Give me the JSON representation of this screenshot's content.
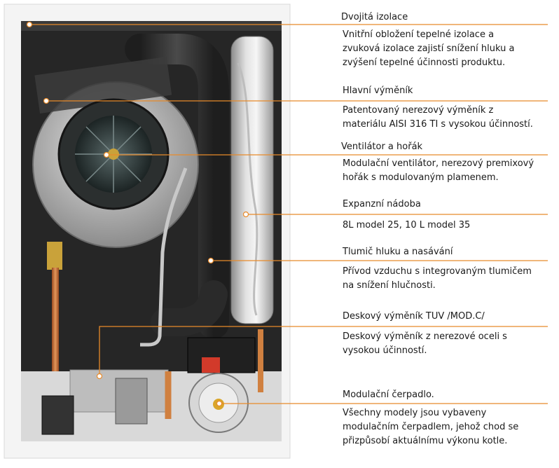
{
  "colors": {
    "leader": "#e88a2a",
    "text": "#1a1a1a",
    "cabinet": "#f4f4f4",
    "cavity": "#262626"
  },
  "callouts": [
    {
      "title": "Dvojitá izolace",
      "desc_lines": [
        "Vnitřní obložení tepelné izolace a",
        "zvuková izolace zajistí snížení hluku a",
        "zvýšení tepelné účinnosti produktu."
      ]
    },
    {
      "title": "Hlavní výměník",
      "desc_lines": [
        "Patentovaný nerezový výměník z",
        "materiálu AISI 316 TI s vysokou účinností."
      ]
    },
    {
      "title": "Ventilátor a hořák",
      "desc_lines": [
        "Modulační ventilátor, nerezový premixový",
        "hořák s modulovaným plamenem."
      ]
    },
    {
      "title": "Expanzní nádoba",
      "desc_lines": [
        "8L model 25, 10 L model 35"
      ]
    },
    {
      "title": "Tlumič hluku a nasávání",
      "desc_lines": [
        "Přívod vzduchu s integrovaným tlumičem",
        "na snížení hlučnosti."
      ]
    },
    {
      "title": "Deskový výměník TUV /MOD.C/",
      "desc_lines": [
        "Deskový výměník z nerezové oceli s",
        "vysokou účinností."
      ]
    },
    {
      "title": "Modulační čerpadlo.",
      "desc_lines": [
        "Všechny modely jsou vybaveny",
        "modulačním čerpadlem, jehož chod se",
        "přizpůsobí aktuálnímu výkonu kotle."
      ]
    }
  ]
}
